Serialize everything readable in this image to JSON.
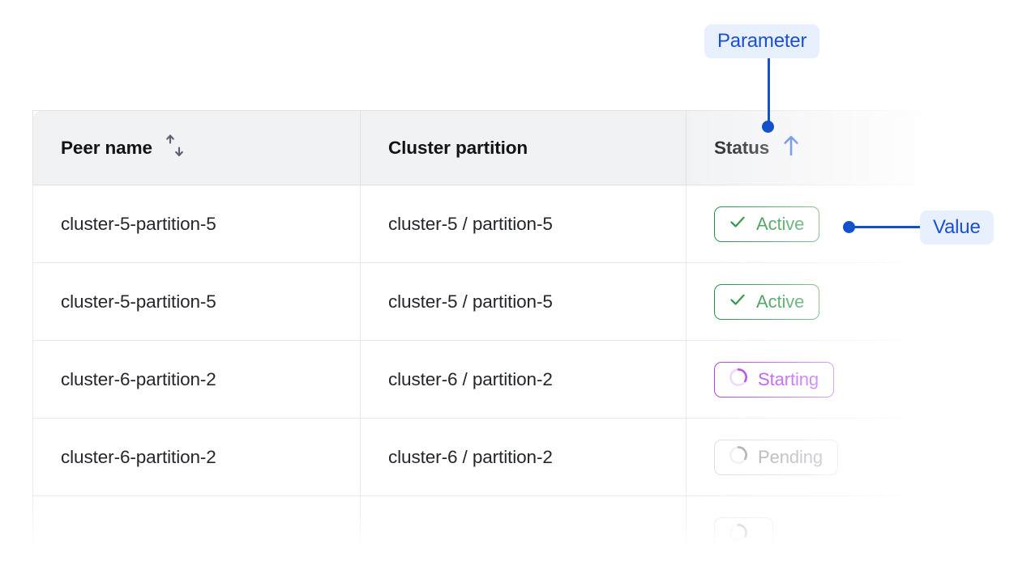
{
  "table": {
    "columns": [
      {
        "label": "Peer name",
        "sort_icon": "sort-updown-icon",
        "sort_state": "none"
      },
      {
        "label": "Cluster partition",
        "sort_icon": "",
        "sort_state": "none"
      },
      {
        "label": "Status",
        "sort_icon": "arrow-up-icon",
        "sort_state": "ascending"
      }
    ],
    "rows": [
      {
        "peer_name": "cluster-5-partition-5",
        "cluster_partition": "cluster-5 / partition-5",
        "status": {
          "label": "Active",
          "kind": "active",
          "icon": "check-icon"
        },
        "faded": false
      },
      {
        "peer_name": "cluster-5-partition-5",
        "cluster_partition": "cluster-5 / partition-5",
        "status": {
          "label": "Active",
          "kind": "active",
          "icon": "check-icon"
        },
        "faded": false
      },
      {
        "peer_name": "cluster-6-partition-2",
        "cluster_partition": "cluster-6 / partition-2",
        "status": {
          "label": "Starting",
          "kind": "starting",
          "icon": "spinner-icon"
        },
        "faded": false
      },
      {
        "peer_name": "cluster-6-partition-2",
        "cluster_partition": "cluster-6 / partition-2",
        "status": {
          "label": "Pending",
          "kind": "pending",
          "icon": "spinner-icon"
        },
        "faded": true
      },
      {
        "peer_name": "",
        "cluster_partition": "",
        "status": {
          "label": "",
          "kind": "pending",
          "icon": "spinner-icon"
        },
        "faded": true
      }
    ]
  },
  "annotations": [
    {
      "id": "parameter",
      "label": "Parameter",
      "target": "status-column-header"
    },
    {
      "id": "value",
      "label": "Value",
      "target": "status-badge-row-1"
    }
  ],
  "colors": {
    "annotation_blue": "#1452cc",
    "annotation_chip_bg": "#e8f0fe",
    "annotation_chip_text": "#1a4fd6",
    "status_active": "#058024",
    "status_starting": "#a322e8",
    "status_pending": "#9a9ea7",
    "header_bg": "#f1f2f4",
    "border": "#e7e9ec",
    "text": "#23262d",
    "text_faded": "#b9bcc3",
    "sort_icon_grey": "#5b6170",
    "sort_icon_active": "#1f5ae0"
  }
}
